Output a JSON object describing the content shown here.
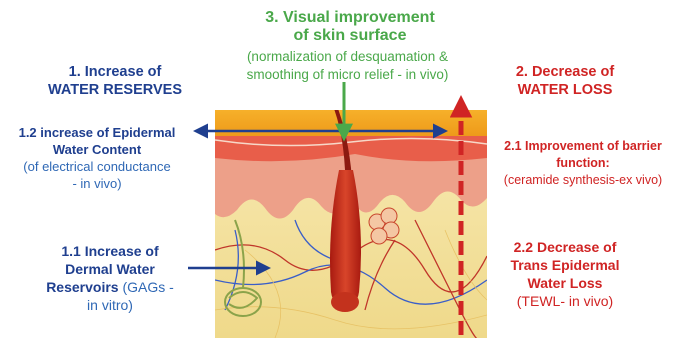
{
  "colors": {
    "navy": "#1f3f8f",
    "blue": "#2f68b5",
    "green": "#4aa84a",
    "red": "#d02424",
    "orange_top": "#f2a21e",
    "dermis": "#f4e6a8"
  },
  "top": {
    "title_line1": "3. Visual improvement",
    "title_line2": "of skin surface",
    "desc_line1": "(normalization of desquamation &",
    "desc_line2": "smoothing of micro relief - in vivo)"
  },
  "left": {
    "water_reserves": {
      "line1": "1. Increase of",
      "line2": "WATER RESERVES"
    },
    "epidermal": {
      "bold_line1": "1.2 increase of Epidermal",
      "bold_line2": "Water Content",
      "normal_line1": "(of electrical conductance",
      "normal_line2": "- in vivo)"
    },
    "dermal": {
      "bold_line1": "1.1 Increase of",
      "bold_line2": "Dermal Water",
      "bold_line3": "Reservoirs",
      "normal_line3": " (GAGs -",
      "normal_line4": "in vitro)"
    }
  },
  "right": {
    "water_loss": {
      "line1": "2. Decrease of",
      "line2": "WATER LOSS"
    },
    "barrier": {
      "bold_line1": "2.1 Improvement of barrier",
      "bold_line2": "function:",
      "normal_line3": "(ceramide synthesis-ex vivo)"
    },
    "tewl": {
      "bold_line1": "2.2 Decrease of",
      "bold_line2": "Trans Epidermal",
      "bold_line3": "Water Loss",
      "normal_line4": "(TEWL- in vivo)"
    }
  }
}
